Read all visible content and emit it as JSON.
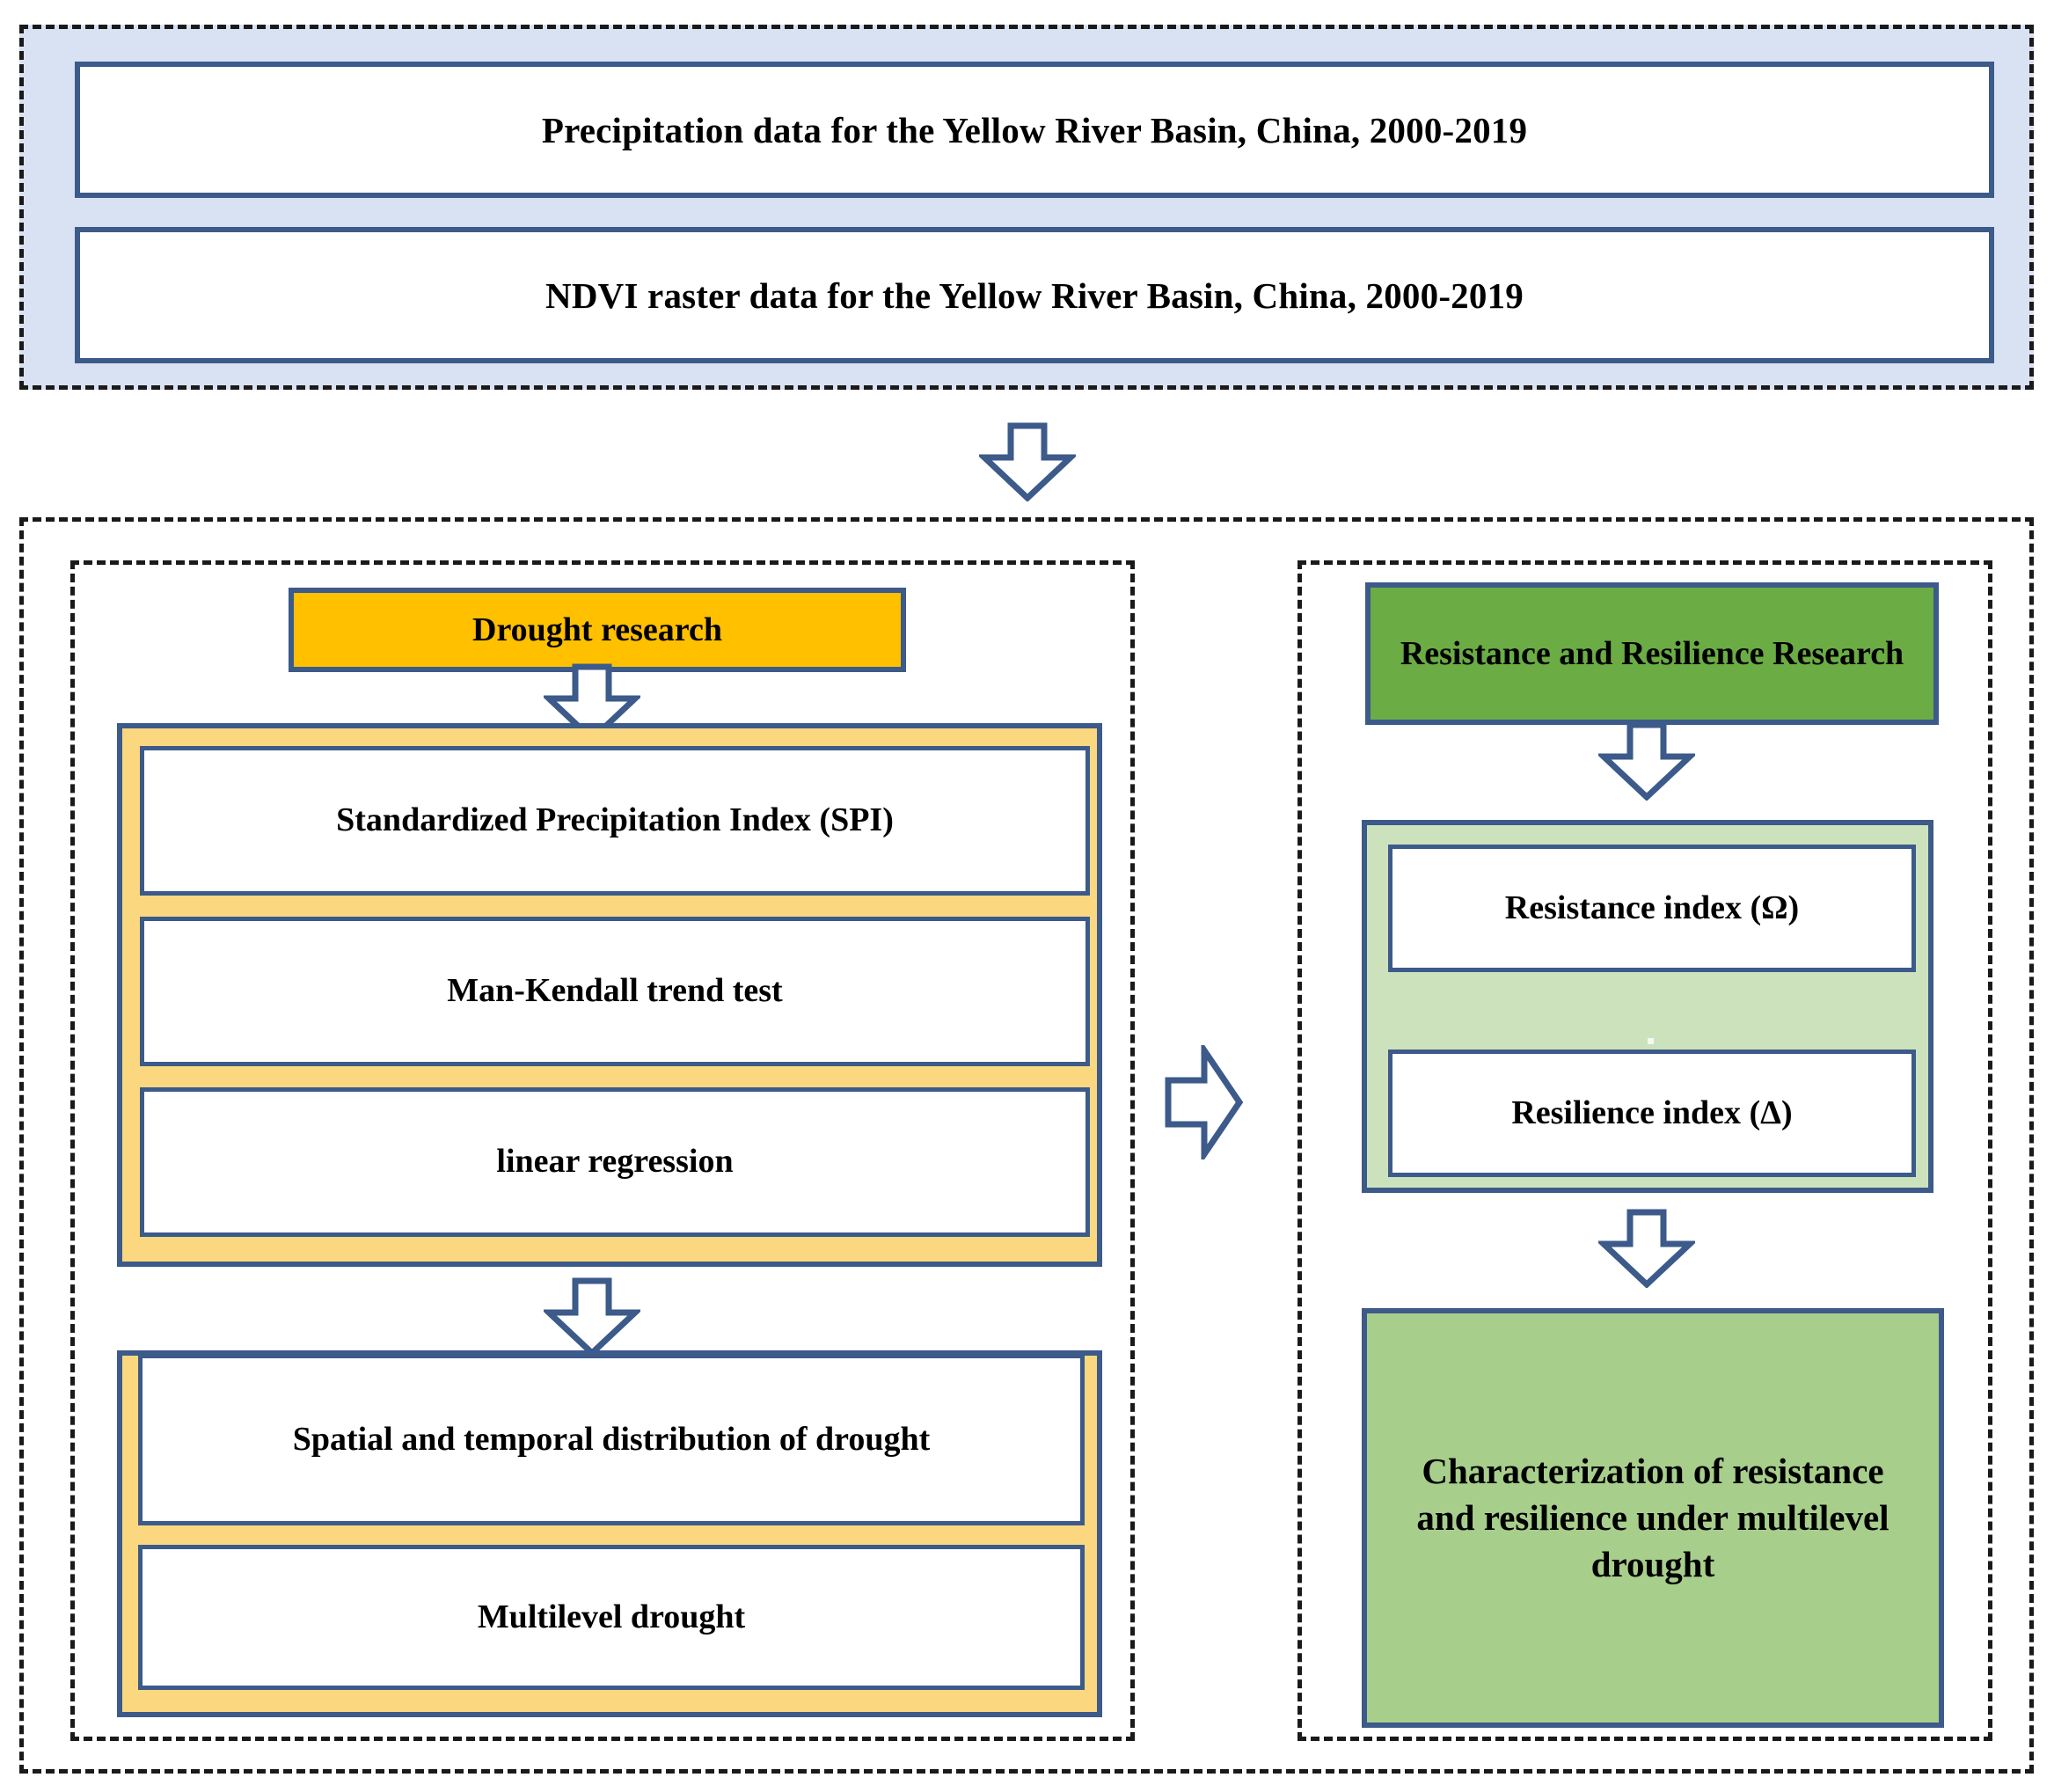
{
  "colors": {
    "panel_blue": "#D9E2F3",
    "border_blue": "#3C5A8A",
    "dash_black": "#1A1A1A",
    "gold": "#FFC000",
    "light_gold": "#FBD87F",
    "green_dark": "#6BAC44",
    "green_light": "#CCE2BC",
    "green_medium": "#A8CE8C",
    "white": "#FFFFFF"
  },
  "data_section": {
    "items": [
      {
        "label": "Precipitation data for the Yellow River Basin, China, 2000-2019"
      },
      {
        "label": "NDVI raster data for the Yellow River Basin, China, 2000-2019"
      }
    ]
  },
  "left_panel": {
    "header": "Drought research",
    "methods": [
      {
        "label": "Standardized Precipitation Index (SPI)"
      },
      {
        "label": "Man-Kendall trend test"
      },
      {
        "label": "linear regression"
      }
    ],
    "outputs": [
      {
        "label": "Spatial and temporal distribution of drought"
      },
      {
        "label": "Multilevel drought"
      }
    ]
  },
  "right_panel": {
    "header": "Resistance and Resilience Research",
    "indices": [
      {
        "label": "Resistance index (Ω)"
      },
      {
        "label": "Resilience index (Δ)"
      }
    ],
    "conclusion": "Characterization of resistance and resilience under multilevel drought"
  },
  "arrows": [
    {
      "name": "arrow-data-to-methods",
      "direction": "down"
    },
    {
      "name": "arrow-drought-header-to-methods",
      "direction": "down"
    },
    {
      "name": "arrow-methods-to-outputs",
      "direction": "down"
    },
    {
      "name": "arrow-left-to-right",
      "direction": "right"
    },
    {
      "name": "arrow-rr-header-to-indices",
      "direction": "down"
    },
    {
      "name": "arrow-indices-to-conclusion",
      "direction": "down"
    }
  ]
}
